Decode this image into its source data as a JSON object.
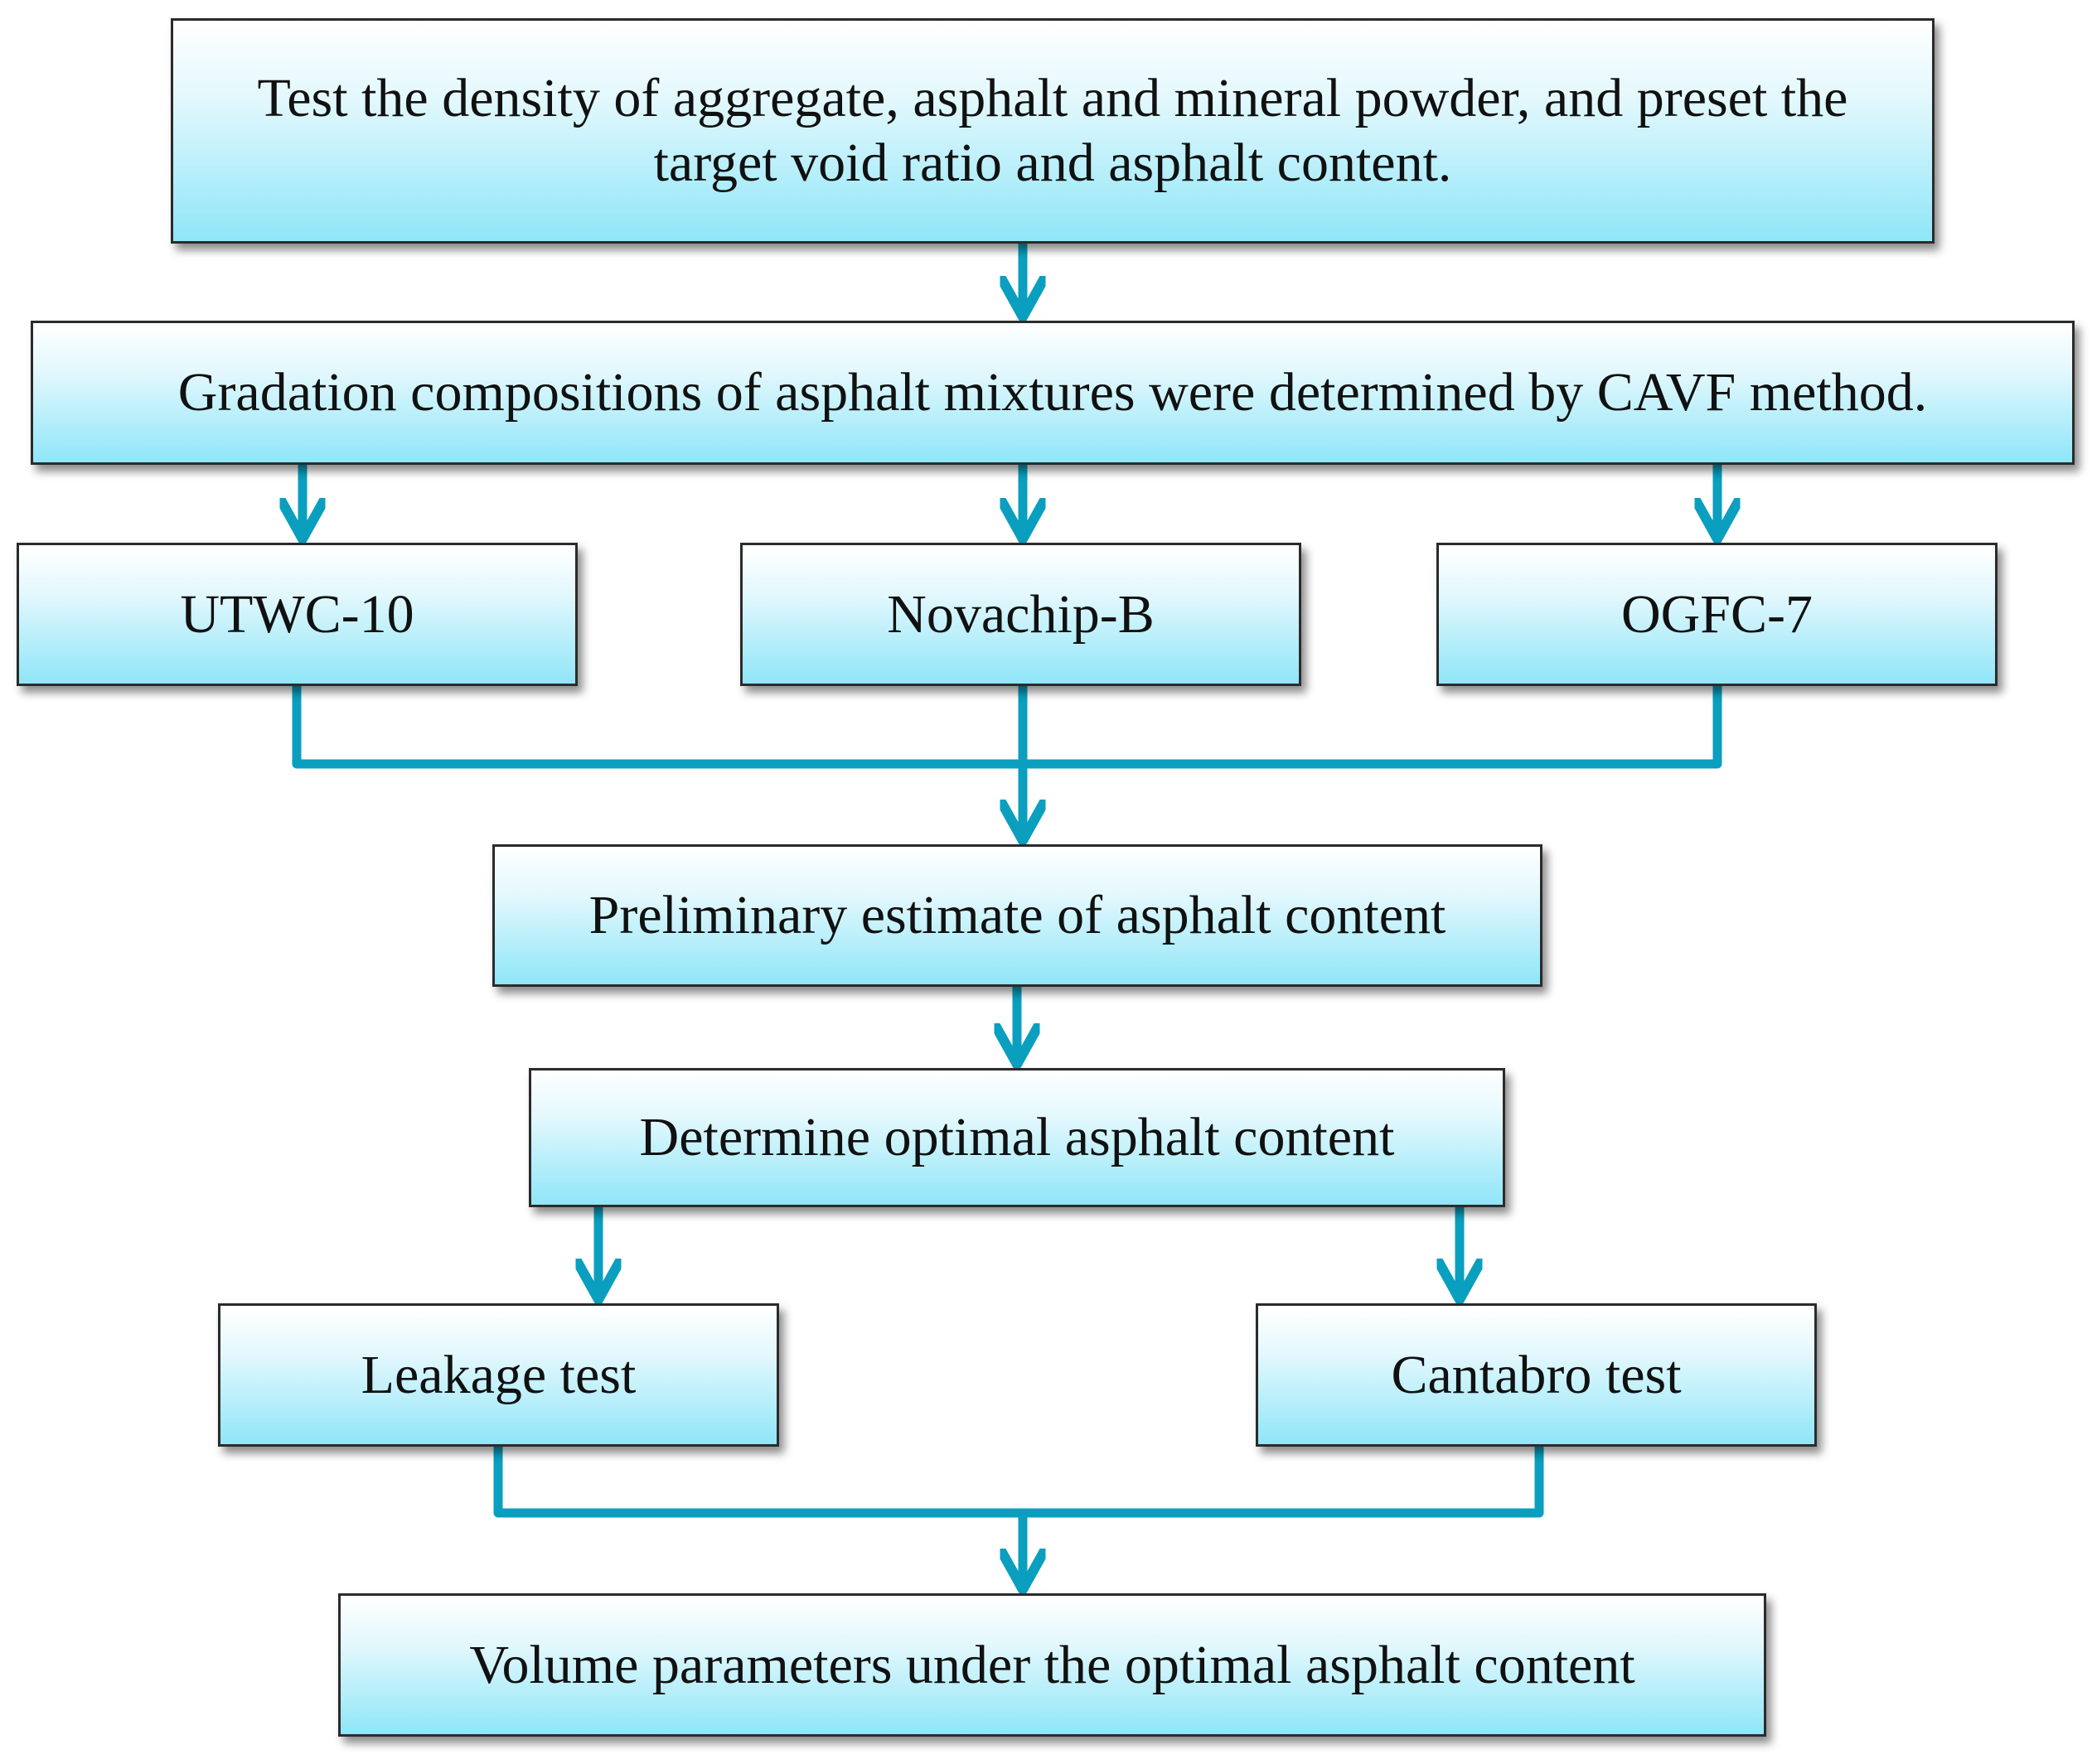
{
  "colors": {
    "connector": "#0a9fbf",
    "box_border": "#2b2b2b",
    "box_fill_top": "#ffffff",
    "box_fill_bottom": "#8fe6f8"
  },
  "nodes": {
    "start": "Test the density of aggregate, asphalt and mineral powder, and preset the target void ratio and asphalt content.",
    "gradation": "Gradation compositions of asphalt mixtures were determined by CAVF method.",
    "mix_1": "UTWC-10",
    "mix_2": "Novachip-B",
    "mix_3": "OGFC-7",
    "preliminary": "Preliminary estimate of asphalt content",
    "determine": "Determine optimal asphalt content",
    "leakage": "Leakage test",
    "cantabro": "Cantabro test",
    "volume": "Volume parameters under the optimal asphalt content"
  }
}
